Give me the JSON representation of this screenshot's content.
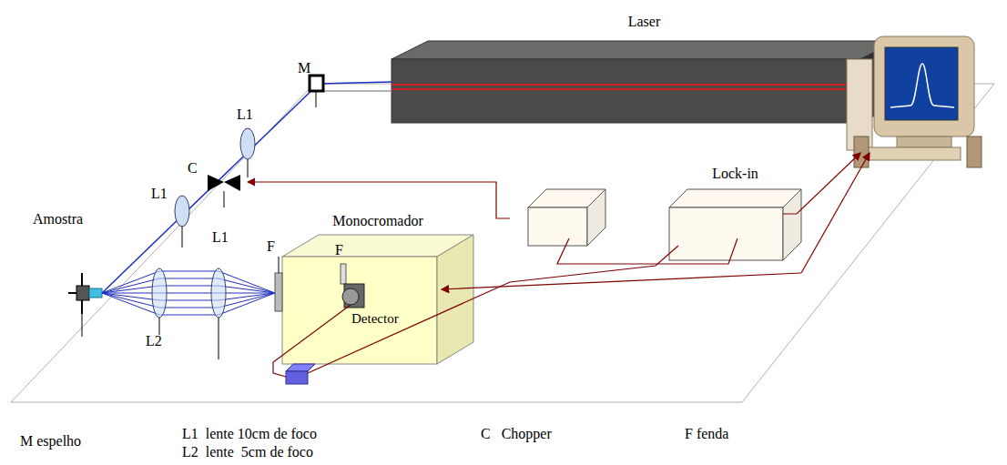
{
  "diagram": {
    "nodes": [
      {
        "text": [
          "Laser"
        ]
      },
      {
        "text": [
          "Monocromador"
        ]
      },
      {
        "text": [
          "Lock-in"
        ]
      }
    ],
    "labels": [
      "M",
      "L1",
      "C",
      "L1",
      "Amostra",
      "L1",
      "L2",
      "F",
      "F",
      "Detector",
      "M espelho",
      "L1  lente 10cm de foco",
      "L2  lente  5cm de foco",
      "C   Chopper",
      "F fenda"
    ]
  }
}
